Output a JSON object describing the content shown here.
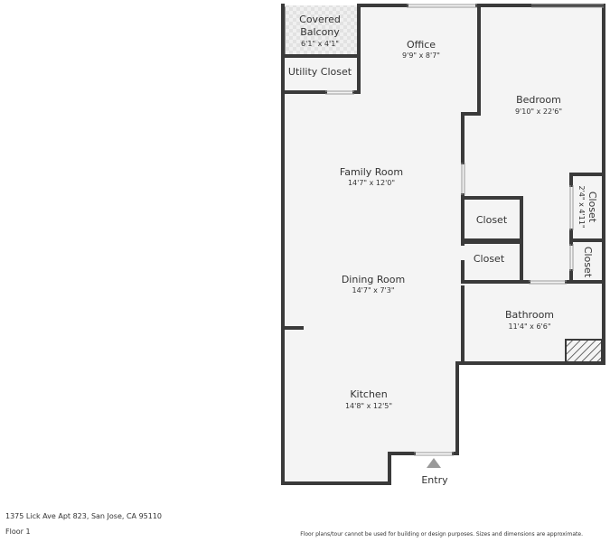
{
  "colors": {
    "wall": "#3a3a3a",
    "floor": "#f4f4f4",
    "text": "#333333",
    "balcony": "#eeeeee"
  },
  "rooms": {
    "covered_balcony": {
      "name_line1": "Covered",
      "name_line2": "Balcony",
      "dim": "6'1\" x 4'1\""
    },
    "office": {
      "name": "Office",
      "dim": "9'9\" x 8'7\""
    },
    "utility_closet": {
      "name": "Utility Closet"
    },
    "bedroom": {
      "name": "Bedroom",
      "dim": "9'10\" x 22'6\""
    },
    "bedroom_closet": {
      "name": "Closet",
      "dim": "2'4\" x 4'11\""
    },
    "family_room": {
      "name": "Family Room",
      "dim": "14'7\" x 12'0\""
    },
    "closet_1": {
      "name": "Closet"
    },
    "closet_2": {
      "name": "Closet"
    },
    "closet_3": {
      "name": "Closet"
    },
    "dining_room": {
      "name": "Dining Room",
      "dim": "14'7\" x 7'3\""
    },
    "bathroom": {
      "name": "Bathroom",
      "dim": "11'4\" x 6'6\""
    },
    "kitchen": {
      "name": "Kitchen",
      "dim": "14'8\" x 12'5\""
    }
  },
  "entry_label": "Entry",
  "footer": {
    "address": "1375 Lick Ave Apt 823, San Jose, CA 95110",
    "floor": "Floor 1",
    "disclaimer": "Floor plans/tour cannot be used for building or design purposes. Sizes and dimensions are approximate."
  }
}
